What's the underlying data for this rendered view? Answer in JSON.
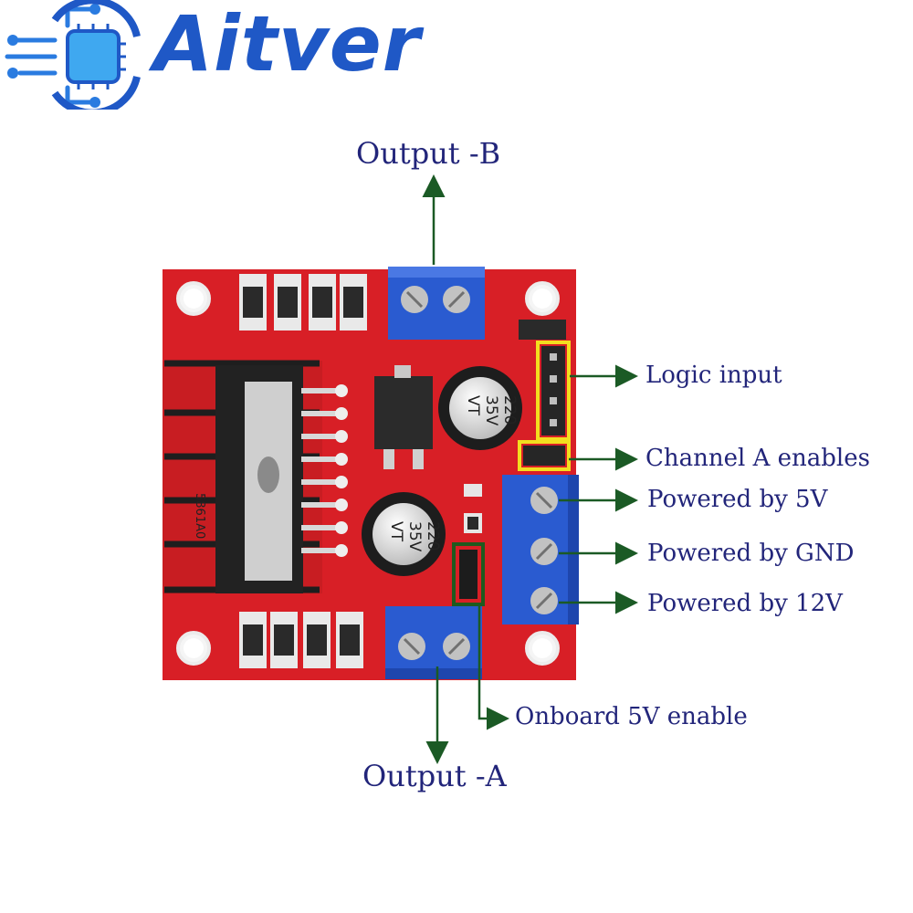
{
  "brand": {
    "name": "Aitver",
    "logo_icon": "circuit-chip-icon",
    "color": "#1f58c6"
  },
  "labels": {
    "output_b": "Output -B",
    "logic_input": "Logic input",
    "channel_a_enables": "Channel A enables",
    "powered_by_5v": "Powered by 5V",
    "powered_by_gnd": "Powered by GND",
    "powered_by_12v": "Powered by 12V",
    "onboard_5v_enable": "Onboard 5V enable",
    "output_a": "Output -A"
  },
  "board_markings": {
    "capacitor_top": [
      "220",
      "35V",
      "VT"
    ],
    "capacitor_bottom": [
      "220",
      "35V",
      "VT"
    ],
    "heatsink_code": "5861A0"
  },
  "colors": {
    "pcb": "#d81f26",
    "terminal_block": "#2a5bd0",
    "logic_highlight": "#f2de1f",
    "jumper_highlight": "#1e5a1e",
    "label_text": "#22257a",
    "arrow": "#1b5a25"
  }
}
